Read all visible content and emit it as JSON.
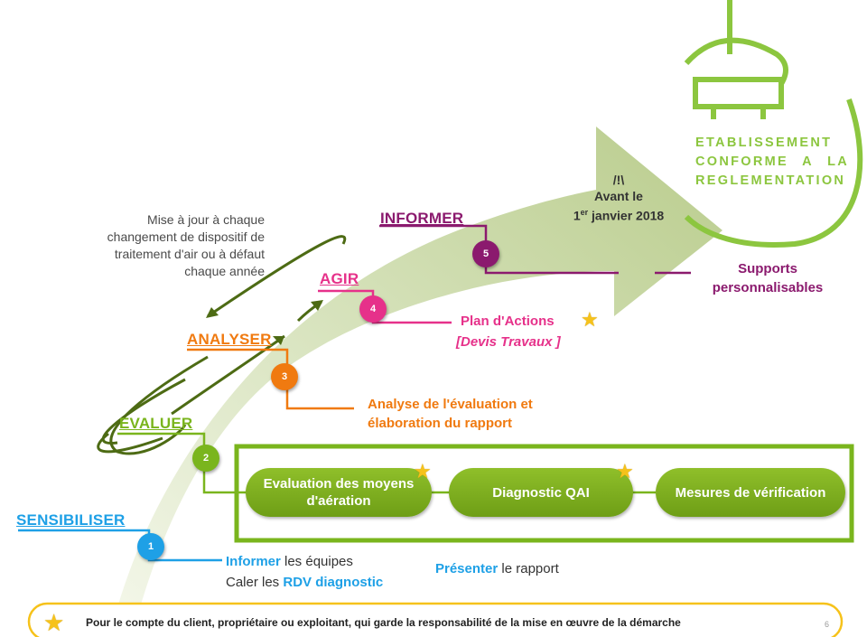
{
  "steps": {
    "sensibiliser": {
      "label": "SENSIBILISER",
      "num": "1",
      "color": "#1ea0e6"
    },
    "evaluer": {
      "label": "EVALUER",
      "num": "2",
      "color": "#7ab51d"
    },
    "analyser": {
      "label": "ANALYSER",
      "num": "3",
      "color": "#f07a10"
    },
    "agir": {
      "label": "AGIR",
      "num": "4",
      "color": "#e6318a"
    },
    "informer": {
      "label": "INFORMER",
      "num": "5",
      "color": "#8b1a6e"
    }
  },
  "cycle_note": "Mise à jour à chaque changement de dispositif de traitement d'air ou à défaut chaque année",
  "sensibiliser_text": {
    "line1_highlight": "Informer",
    "line1_rest": " les équipes",
    "line2_start": "Caler les ",
    "line2_highlight": "RDV diagnostic"
  },
  "evaluer_text": {
    "highlight": "Présenter",
    "rest": " le rapport"
  },
  "evaluer_pills": [
    "Evaluation des moyens d'aération",
    "Diagnostic QAI",
    "Mesures de vérification"
  ],
  "analyser_text": "Analyse de l'évaluation et élaboration du rapport",
  "agir_text": {
    "line1": "Plan d'Actions",
    "line2": "[Devis Travaux ]"
  },
  "informer_text": "Supports personnalisables",
  "deadline": {
    "warning": "/!\\",
    "line1": "Avant le",
    "date_day": "1",
    "date_sup": "er",
    "date_rest": " janvier 2018"
  },
  "stamp_text": "ETABLISSEMENT CONFORME A LA REGLEMENTATION",
  "footer_note": "Pour le compte du client, propriétaire ou exploitant, qui garde la responsabilité de la mise en œuvre de la démarche",
  "page_number": "6",
  "colors": {
    "green": "#7ab51d",
    "arrow": "#c9d8a4",
    "stamp": "#8cc63f"
  },
  "icons": {
    "star": "star-icon",
    "stamp": "stamp-icon",
    "cycle": "cycle-arrows-icon"
  }
}
